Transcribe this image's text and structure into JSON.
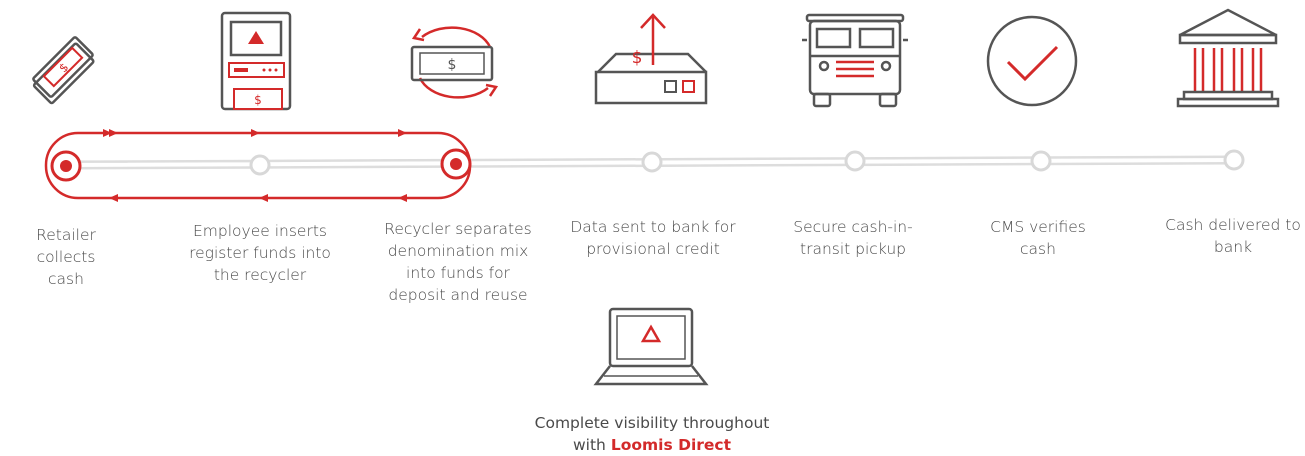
{
  "colors": {
    "accent": "#d42a2a",
    "icon_gray": "#555555",
    "line_gray": "#dddddd"
  },
  "steps": [
    {
      "icon": "cash-bills-icon",
      "label": "Retailer collects cash"
    },
    {
      "icon": "recycler-machine-icon",
      "label": "Employee inserts register funds into the recycler"
    },
    {
      "icon": "recycle-cash-icon",
      "label": "Recycler separates denomination mix into funds for deposit and reuse"
    },
    {
      "icon": "data-upload-icon",
      "label": "Data sent to bank for provisional credit"
    },
    {
      "icon": "armored-truck-icon",
      "label": "Secure cash-in-transit pickup"
    },
    {
      "icon": "checkmark-circle-icon",
      "label": "CMS verifies cash"
    },
    {
      "icon": "bank-building-icon",
      "label": "Cash delivered to bank"
    }
  ],
  "visibility": {
    "icon": "laptop-icon",
    "text": "Complete visibility throughout with",
    "brand": "Loomis Direct"
  }
}
